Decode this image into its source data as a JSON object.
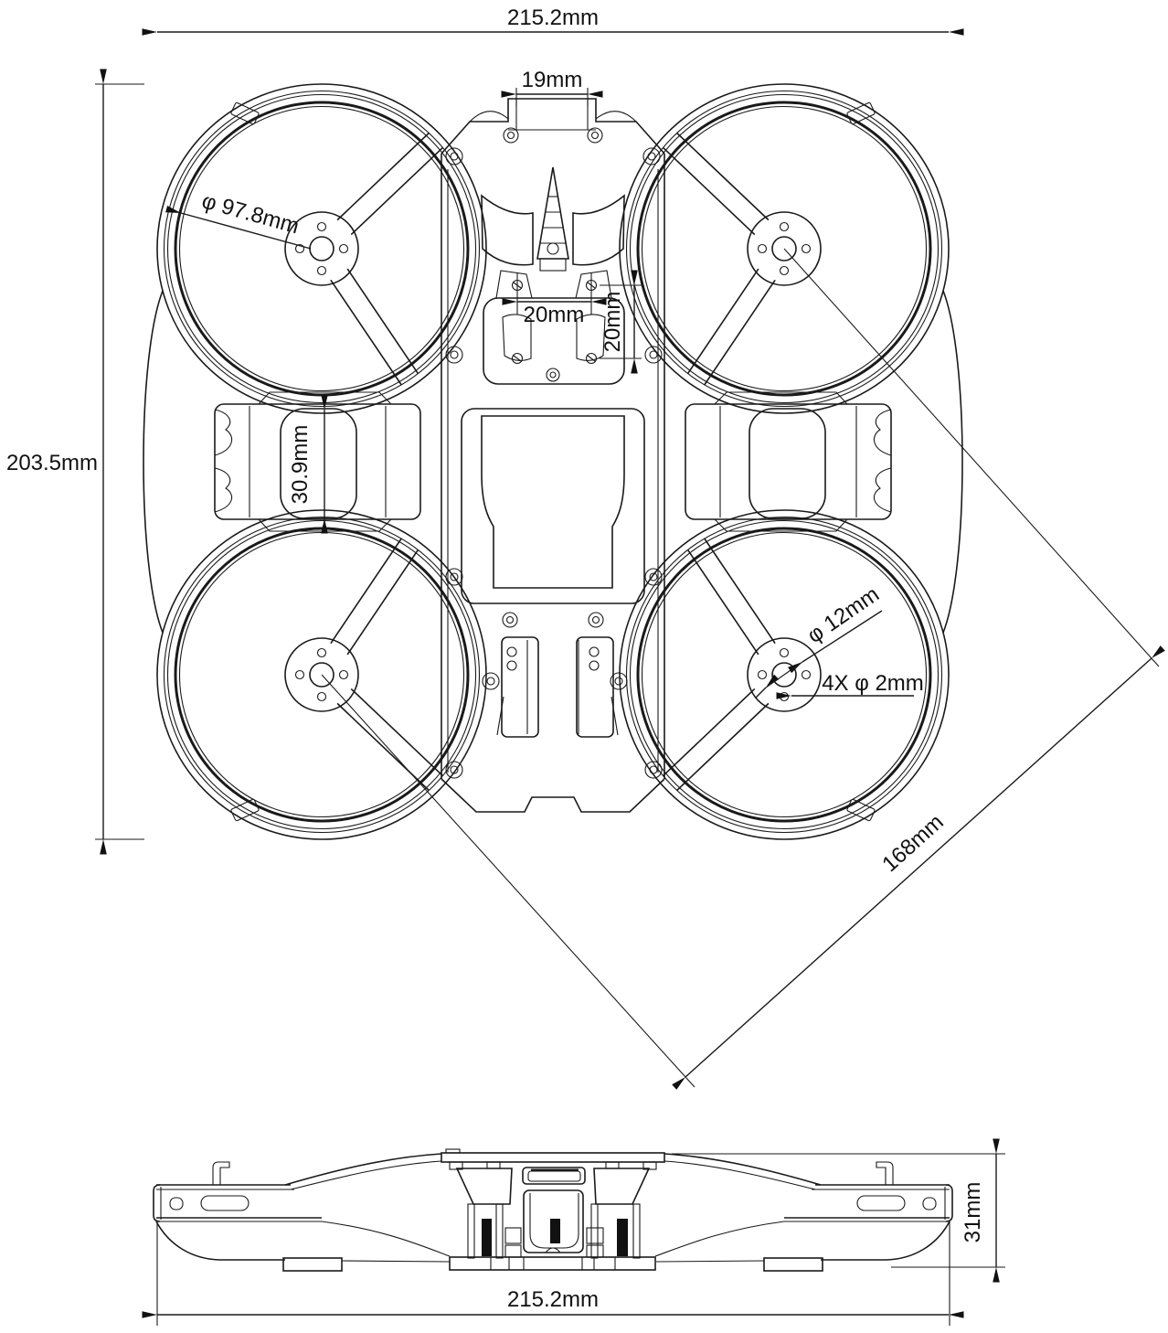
{
  "dims": {
    "overall_width": "215.2mm",
    "overall_height": "203.5mm",
    "camera_mount_width": "19mm",
    "duct_diameter": "φ 97.8mm",
    "stack_width": "20mm",
    "stack_height": "20mm",
    "strap_slot_height": "30.9mm",
    "motor_bolt_circle": "φ 12mm",
    "motor_holes": "4X φ 2mm",
    "motor_diagonal": "168mm",
    "side_height": "31mm",
    "side_width": "215.2mm"
  }
}
